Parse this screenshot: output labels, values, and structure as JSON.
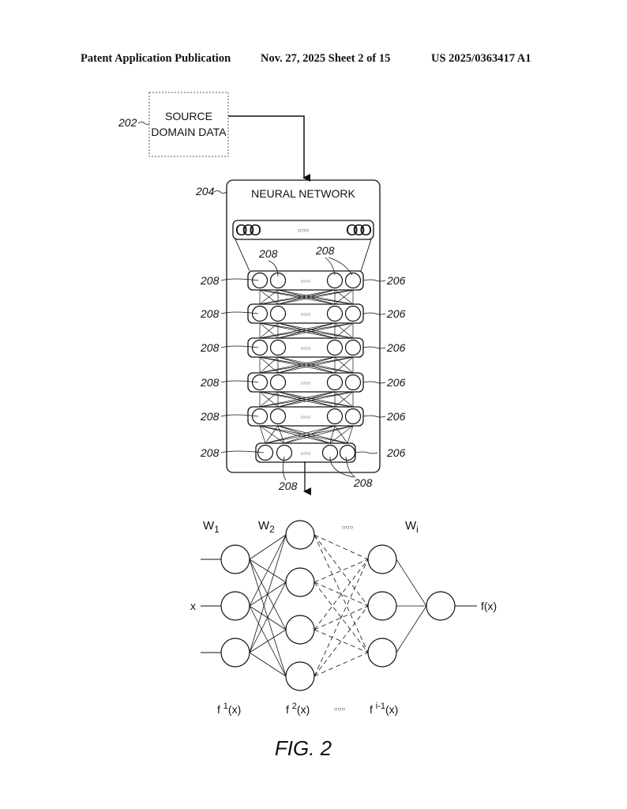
{
  "header": {
    "publication": "Patent Application Publication",
    "date_sheet": "Nov. 27, 2025  Sheet 2 of 15",
    "number": "US 2025/0363417 A1"
  },
  "source": {
    "ref": "202",
    "line1": "SOURCE",
    "line2": "DOMAIN DATA"
  },
  "network": {
    "ref": "204",
    "title": "NEURAL NETWORK",
    "input_left_glyph": "OOO",
    "input_right_glyph": "OOO",
    "ellipsis": "○○○",
    "layer_ref": "206",
    "node_ref": "208",
    "layer_count": 6
  },
  "graph": {
    "w1": "W",
    "w1_sub": "1",
    "w2": "W",
    "w2_sub": "2",
    "wi": "W",
    "wi_sub": "i",
    "top_ellipsis": "○○○",
    "input": "x",
    "output": "f(x)",
    "f1_base": "f",
    "f1_sup": "1",
    "f1_arg": "(x)",
    "f2_base": "f",
    "f2_sup": "2",
    "f2_arg": "(x)",
    "bottom_ellipsis": "○○○",
    "fi_base": "f",
    "fi_sup": "i-1",
    "fi_arg": "(x)"
  },
  "caption": "FIG. 2"
}
